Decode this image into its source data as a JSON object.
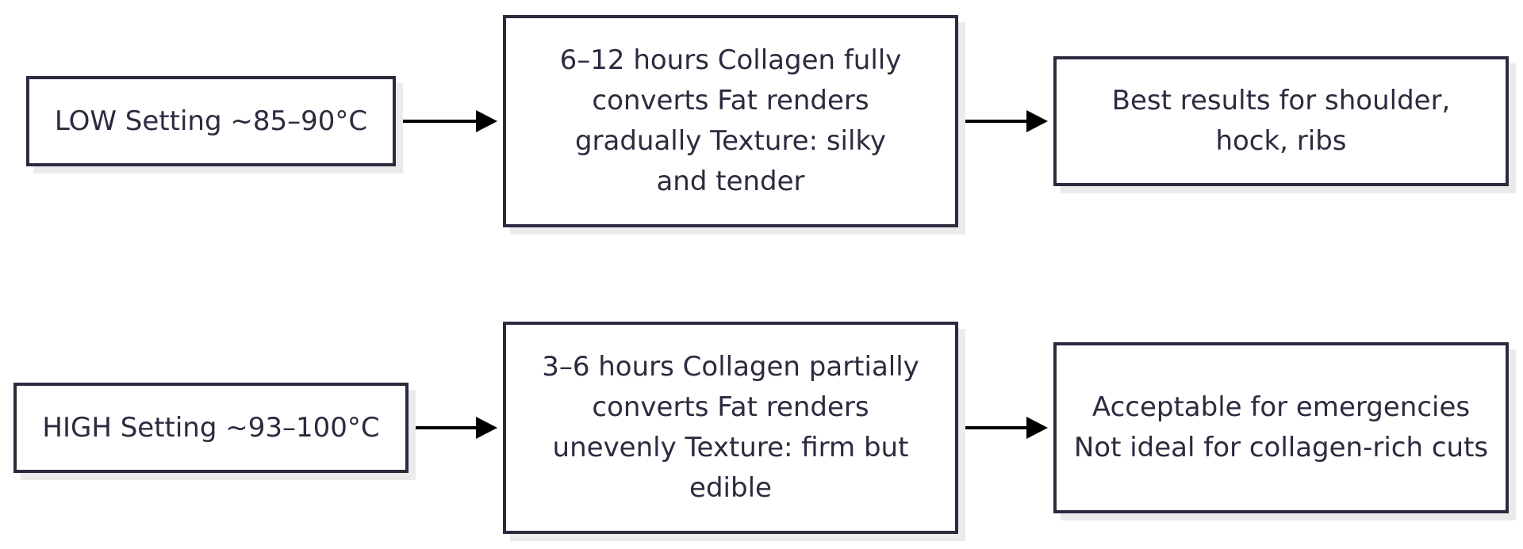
{
  "diagram": {
    "nodes": {
      "low_setting": "LOW Setting ~85–90°C",
      "low_process": "6–12 hours Collagen fully converts Fat renders gradually Texture: silky and tender",
      "low_result": "Best results for shoulder, hock, ribs",
      "high_setting": "HIGH Setting ~93–100°C",
      "high_process": "3–6 hours Collagen partially converts Fat renders unevenly Texture: firm but edible",
      "high_result": "Acceptable for emergencies Not ideal for collagen-rich cuts"
    },
    "colors": {
      "border": "#2b2b40",
      "text": "#2b2b40",
      "arrow": "#000000",
      "shadow": "#ebebeb"
    }
  }
}
